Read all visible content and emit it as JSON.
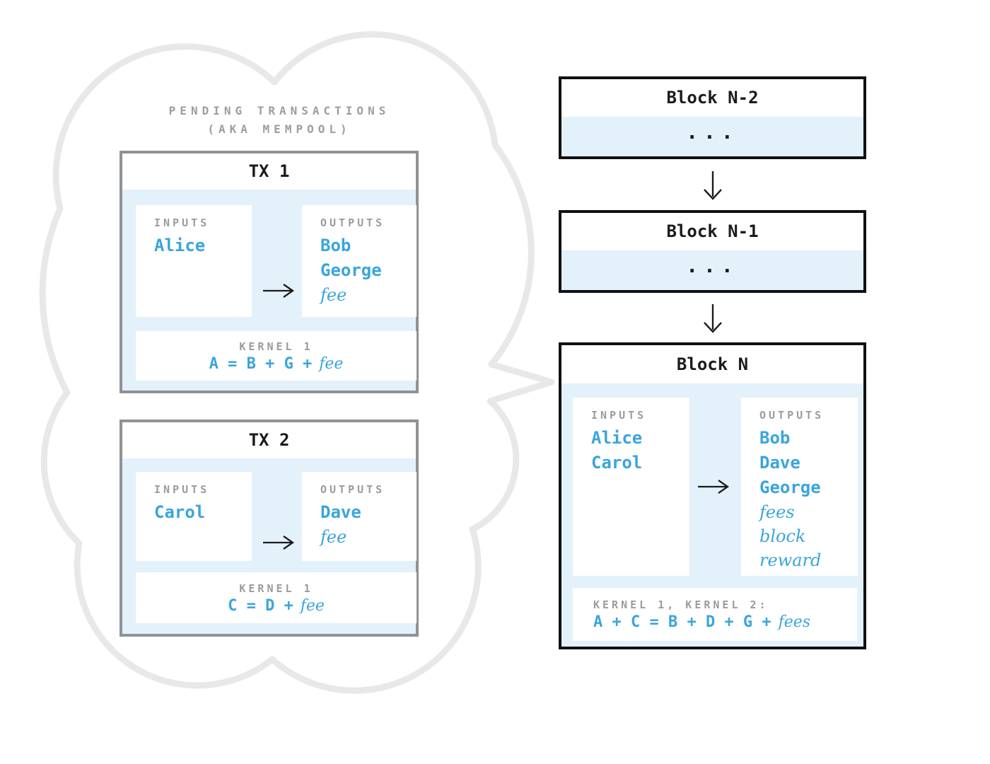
{
  "palette": {
    "accent_blue": "#3aa5db",
    "panel_blue": "#e3f1fa",
    "label_gray": "#989c9f",
    "tx_border_gray": "#8f9396",
    "block_border_black": "#111111",
    "cloud_stroke_gray": "#e8e8e8",
    "background": "#ffffff"
  },
  "icons": {
    "right_arrow": "→",
    "down_arrow": "↓"
  },
  "mempool": {
    "title_line1": "PENDING TRANSACTIONS",
    "title_line2": "(AKA MEMPOOL)"
  },
  "transactions": [
    {
      "title": "TX 1",
      "inputs_label": "INPUTS",
      "outputs_label": "OUTPUTS",
      "inputs": [
        "Alice"
      ],
      "outputs": [
        "Bob",
        "George"
      ],
      "outputs_italic": [
        "fee"
      ],
      "kernel_label": "KERNEL 1",
      "kernel_main": "A = B + G +",
      "kernel_italic": "fee"
    },
    {
      "title": "TX 2",
      "inputs_label": "INPUTS",
      "outputs_label": "OUTPUTS",
      "inputs": [
        "Carol"
      ],
      "outputs": [
        "Dave"
      ],
      "outputs_italic": [
        "fee"
      ],
      "kernel_label": "KERNEL 1",
      "kernel_main": "C = D +",
      "kernel_italic": "fee"
    }
  ],
  "chain": {
    "blocks": [
      {
        "title": "Block N-2",
        "body": "..."
      },
      {
        "title": "Block N-1",
        "body": "..."
      },
      {
        "title": "Block N",
        "inputs_label": "INPUTS",
        "outputs_label": "OUTPUTS",
        "inputs": [
          "Alice",
          "Carol"
        ],
        "outputs": [
          "Bob",
          "Dave",
          "George"
        ],
        "outputs_italic": [
          "fees",
          "block reward"
        ],
        "kernel_label": "KERNEL 1, KERNEL 2:",
        "kernel_main": "A + C = B + D + G +",
        "kernel_italic": "fees"
      }
    ]
  }
}
